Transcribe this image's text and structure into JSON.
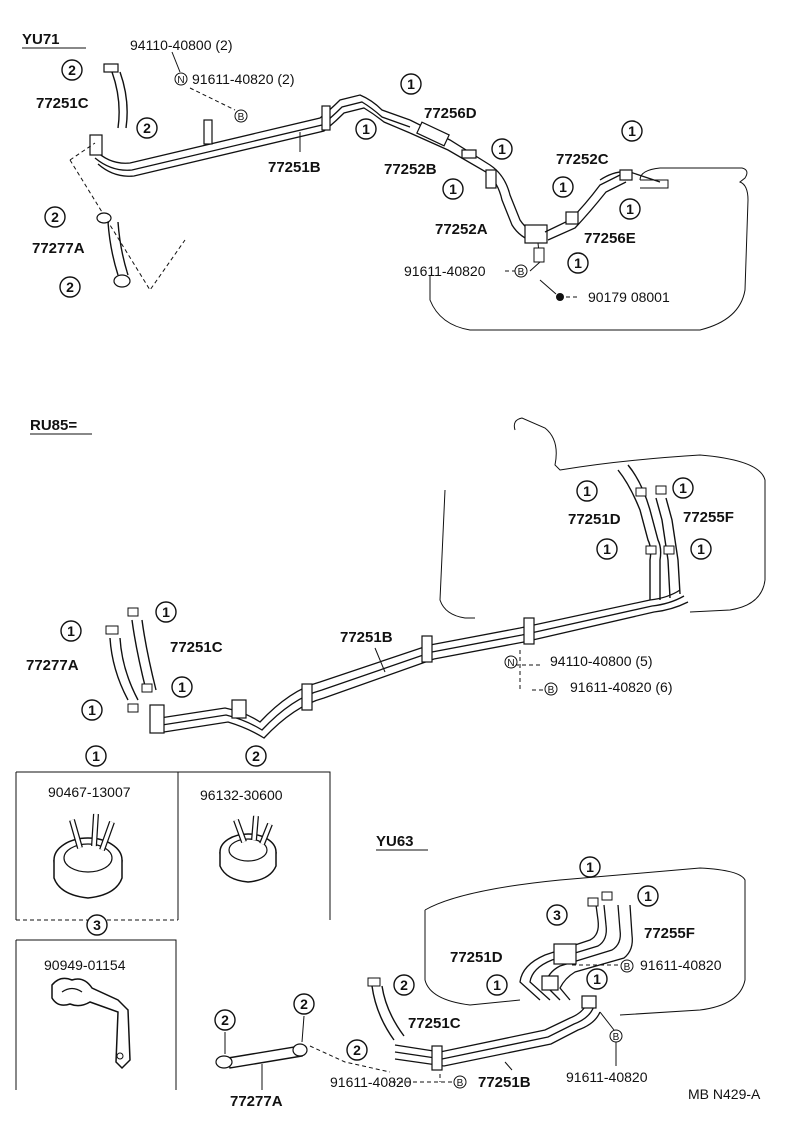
{
  "sections": {
    "yu71": "YU71",
    "ru85": "RU85=",
    "yu63": "YU63"
  },
  "callouts": {
    "c1": "1",
    "c2": "2",
    "c3": "3",
    "n": "N",
    "b": "B"
  },
  "parts": {
    "p94110_2": "94110-40800 (2)",
    "p91611_2": "91611-40820 (2)",
    "p77251C": "77251C",
    "p77251B": "77251B",
    "p77256D": "77256D",
    "p77252B": "77252B",
    "p77252C": "77252C",
    "p77252A": "77252A",
    "p77256E": "77256E",
    "p77277A": "77277A",
    "p91611": "91611-40820",
    "p90179": "90179 08001",
    "p77251D": "77251D",
    "p77255F": "77255F",
    "p94110_5": "94110-40800 (5)",
    "p91611_6": "91611-40820 (6)"
  },
  "legend": {
    "clip1_part": "90467-13007",
    "clip2_part": "96132-30600",
    "clip3_part": "90949-01154"
  },
  "footer": {
    "code": "MB N429-A"
  }
}
